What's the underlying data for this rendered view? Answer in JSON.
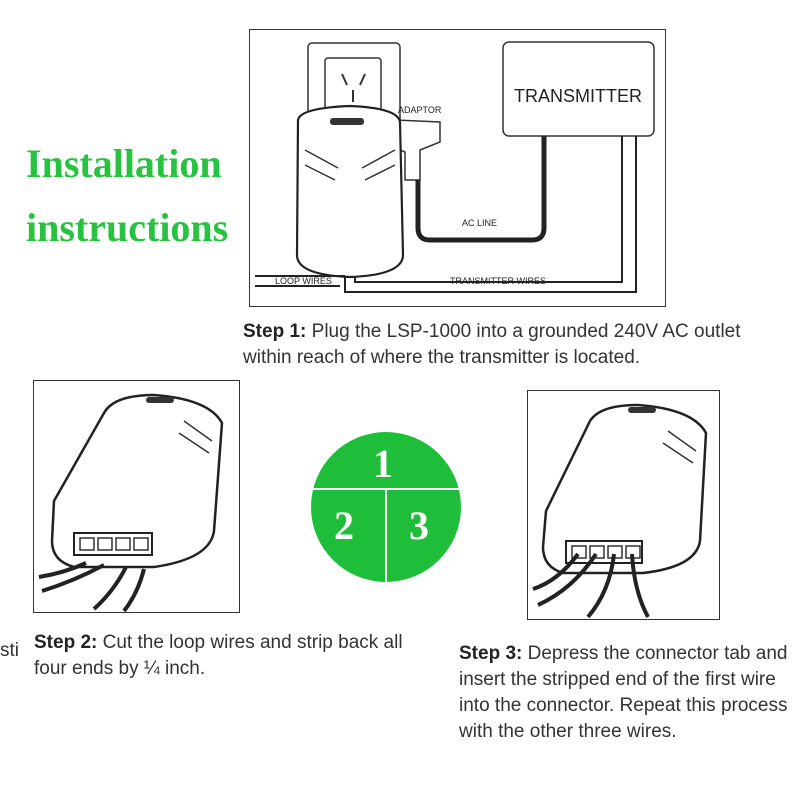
{
  "title": {
    "line1": "Installation",
    "line2": "instructions"
  },
  "steps_circle": {
    "n1": "1",
    "n2": "2",
    "n3": "3",
    "color": "#1fbe3a"
  },
  "diagram1": {
    "transmitter": "TRANSMITTER",
    "adaptor": "ADAPTOR",
    "ac_line": "AC LINE",
    "loop_wires": "LOOP WIRES",
    "transmitter_wires": "TRANSMITTER WIRES"
  },
  "step1": {
    "label": "Step 1:",
    "text": "Plug the LSP-1000 into a grounded 240V AC outlet within reach of where the transmitter is located."
  },
  "step2": {
    "label": "Step 2:",
    "text": "Cut the loop wires and strip back all four ends by ¼ inch.",
    "left_fragment": "sti"
  },
  "step3": {
    "label": "Step 3:",
    "text": "Depress the connector tab and insert the stripped end of the first wire into the connector.  Repeat this process with the other three wires."
  },
  "colors": {
    "title_green": "#27c23f"
  }
}
